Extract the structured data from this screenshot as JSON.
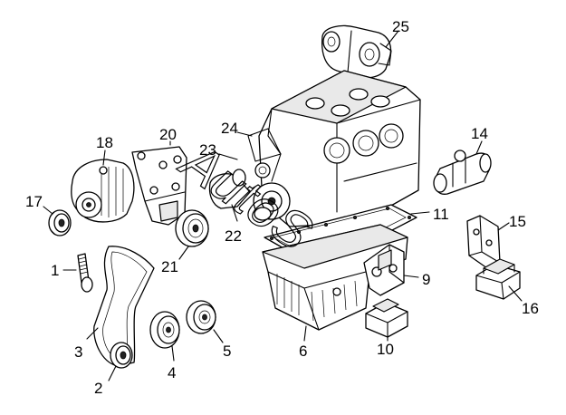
{
  "diagram": {
    "callouts": [
      {
        "id": "c1",
        "label": "1"
      },
      {
        "id": "c2",
        "label": "2"
      },
      {
        "id": "c3",
        "label": "3"
      },
      {
        "id": "c4",
        "label": "4"
      },
      {
        "id": "c5",
        "label": "5"
      },
      {
        "id": "c6",
        "label": "6"
      },
      {
        "id": "c9",
        "label": "9"
      },
      {
        "id": "c10",
        "label": "10"
      },
      {
        "id": "c11",
        "label": "11"
      },
      {
        "id": "c14",
        "label": "14"
      },
      {
        "id": "c15",
        "label": "15"
      },
      {
        "id": "c16",
        "label": "16"
      },
      {
        "id": "c17",
        "label": "17"
      },
      {
        "id": "c18",
        "label": "18"
      },
      {
        "id": "c20",
        "label": "20"
      },
      {
        "id": "c21",
        "label": "21"
      },
      {
        "id": "c22",
        "label": "22"
      },
      {
        "id": "c23",
        "label": "23"
      },
      {
        "id": "c24",
        "label": "24"
      },
      {
        "id": "c25",
        "label": "25"
      }
    ],
    "watermark": "AutoS"
  }
}
